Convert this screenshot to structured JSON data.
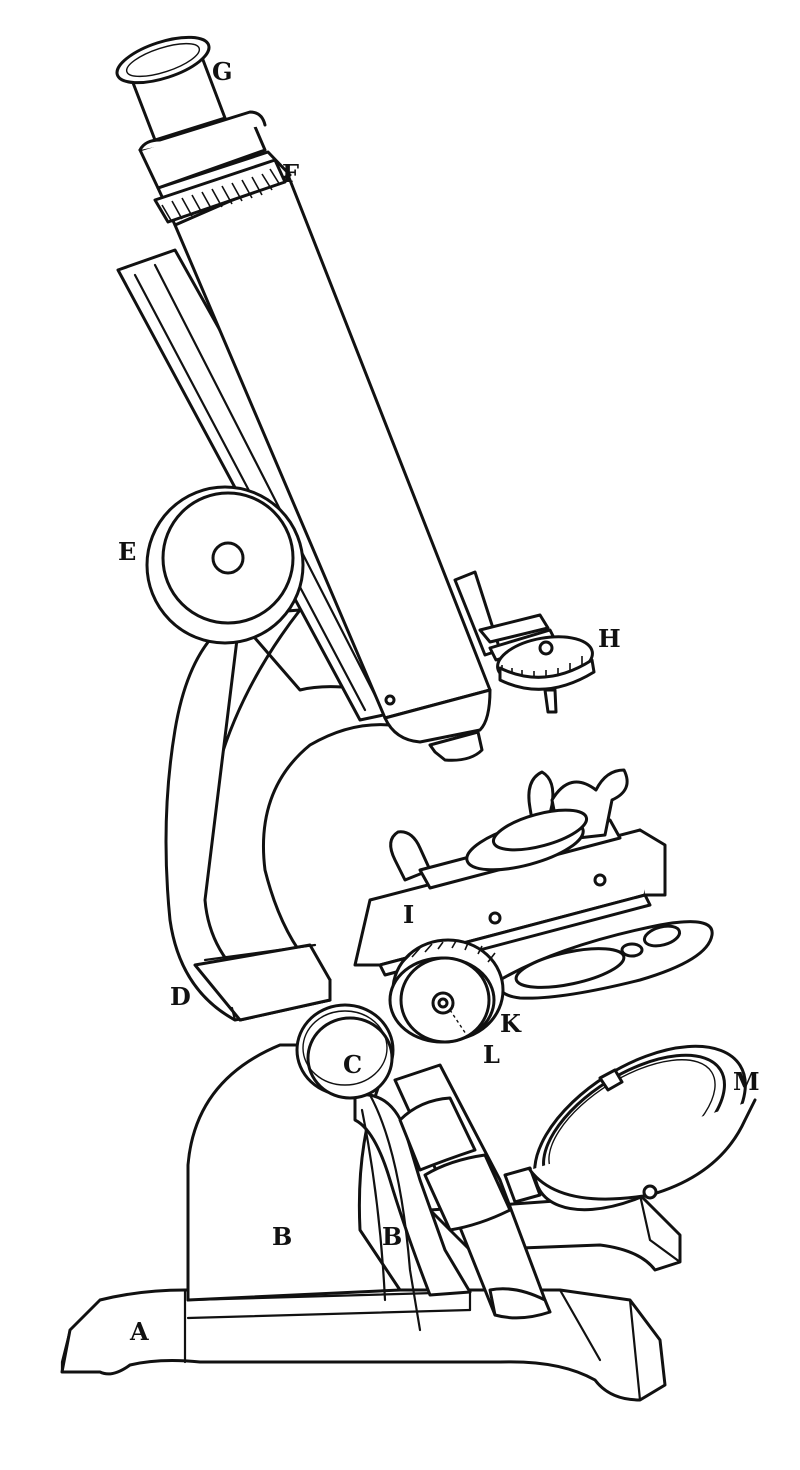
{
  "figure": {
    "ink_color": "#111111",
    "paper_color": "#ffffff"
  },
  "labels": {
    "A": "A",
    "B_left": "B",
    "B_right": "B",
    "C": "C",
    "D": "D",
    "E": "E",
    "F": "F",
    "G": "G",
    "H": "H",
    "I": "I",
    "K": "K",
    "L": "L",
    "M": "M"
  }
}
